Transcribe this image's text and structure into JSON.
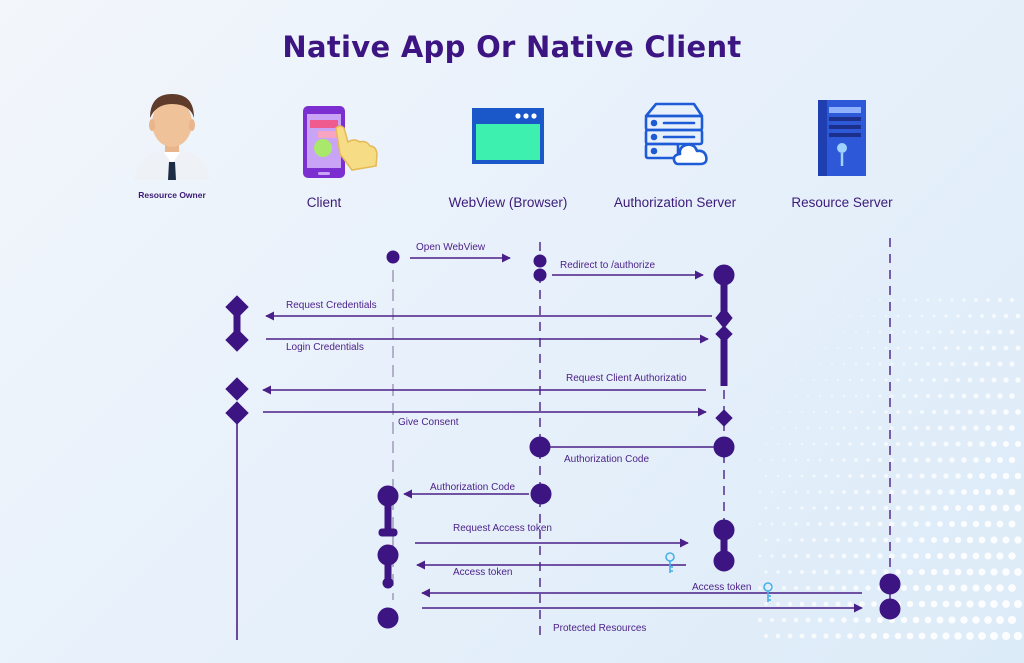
{
  "title": "Native App Or Native Client",
  "actors": {
    "resource_owner": "Resource Owner",
    "client": "Client",
    "webview": "WebView (Browser)",
    "auth_server": "Authorization Server",
    "resource_server": "Resource Server"
  },
  "messages": {
    "open_webview": "Open WebView",
    "redirect_authorize": "Redirect to /authorize",
    "request_credentials": "Request Credentials",
    "login_credentials": "Login Credentials",
    "request_client_authorization": "Request Client Authorizatio",
    "give_consent": "Give Consent",
    "authorization_code_1": "Authorization Code",
    "authorization_code_2": "Authorization Code",
    "request_access_token": "Request Access token",
    "access_token_1": "Access token",
    "access_token_2": "Access token",
    "protected_resources": "Protected Resources"
  },
  "colors": {
    "primary": "#3d1583",
    "line": "#4b1f88",
    "screen_teal": "#3ef0b0",
    "server_blue": "#2d59d8"
  },
  "icons": [
    "person-icon",
    "phone-tap-icon",
    "browser-window-icon",
    "server-cloud-icon",
    "server-tower-icon",
    "key-icon"
  ]
}
